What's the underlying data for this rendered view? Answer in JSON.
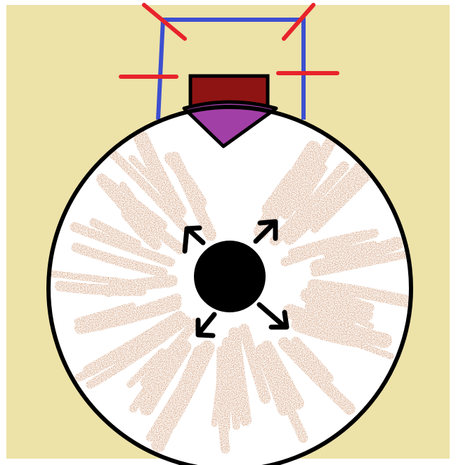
{
  "colors": {
    "page_border": "#ffffff",
    "background": "#ede2a8",
    "outline": "#000000",
    "wheel_fill": "#ffffff",
    "streak": "#c9895d",
    "frame": "#3d4fd0",
    "marks": "#e8232b",
    "block": "#8e1414",
    "wedge": "#a23fa6",
    "hub": "#000000"
  },
  "elements": {
    "frame": "frame-outline",
    "marks": "red-tick-marks",
    "block": "dark-red-block",
    "wedge": "purple-wedge",
    "disc": "white-disc",
    "streaks": "radial-streaks",
    "hub": "center-hub",
    "arrows": "outward-arrows"
  },
  "arrows": {
    "count": 4,
    "directions": [
      "up-left",
      "up-right",
      "down-left",
      "down-right"
    ]
  },
  "streaks": {
    "count": 44,
    "direction": "radial"
  }
}
